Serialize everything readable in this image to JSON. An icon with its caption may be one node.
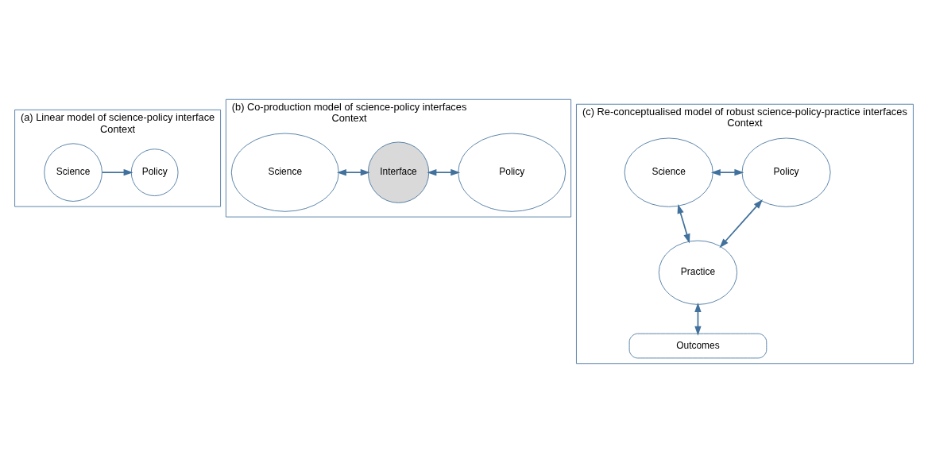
{
  "diagram": {
    "nodes": [
      {
        "text": [
          "(a) Linear model of science-policy interface",
          "Context"
        ]
      },
      {
        "text": [
          "Science"
        ],
        "in": 0
      },
      {
        "text": [
          "Policy"
        ],
        "in": 0
      },
      {
        "text": [
          "(b) Co-production model of science-policy interfaces",
          "Context"
        ]
      },
      {
        "text": [
          "Science"
        ],
        "in": 3
      },
      {
        "text": [
          "Interface"
        ],
        "in": 3
      },
      {
        "text": [
          "Policy"
        ],
        "in": 3
      },
      {
        "text": [
          "(c) Re-conceptualised model of robust science-policy-practice interfaces",
          "Context"
        ]
      },
      {
        "text": [
          "Science"
        ],
        "in": 7
      },
      {
        "text": [
          "Policy"
        ],
        "in": 7
      },
      {
        "text": [
          "Practice"
        ],
        "in": 7
      },
      {
        "text": [
          "Outcomes"
        ],
        "in": 7
      }
    ],
    "edges": [
      {
        "from": 1,
        "to": 2,
        "arrow": "to"
      },
      {
        "from": 4,
        "to": 5,
        "arrow": "both"
      },
      {
        "from": 5,
        "to": 6,
        "arrow": "both"
      },
      {
        "from": 8,
        "to": 9,
        "arrow": "both"
      },
      {
        "from": 8,
        "to": 10,
        "arrow": "both"
      },
      {
        "from": 9,
        "to": 10,
        "arrow": "both"
      },
      {
        "from": 10,
        "to": 11,
        "arrow": "both"
      }
    ]
  }
}
